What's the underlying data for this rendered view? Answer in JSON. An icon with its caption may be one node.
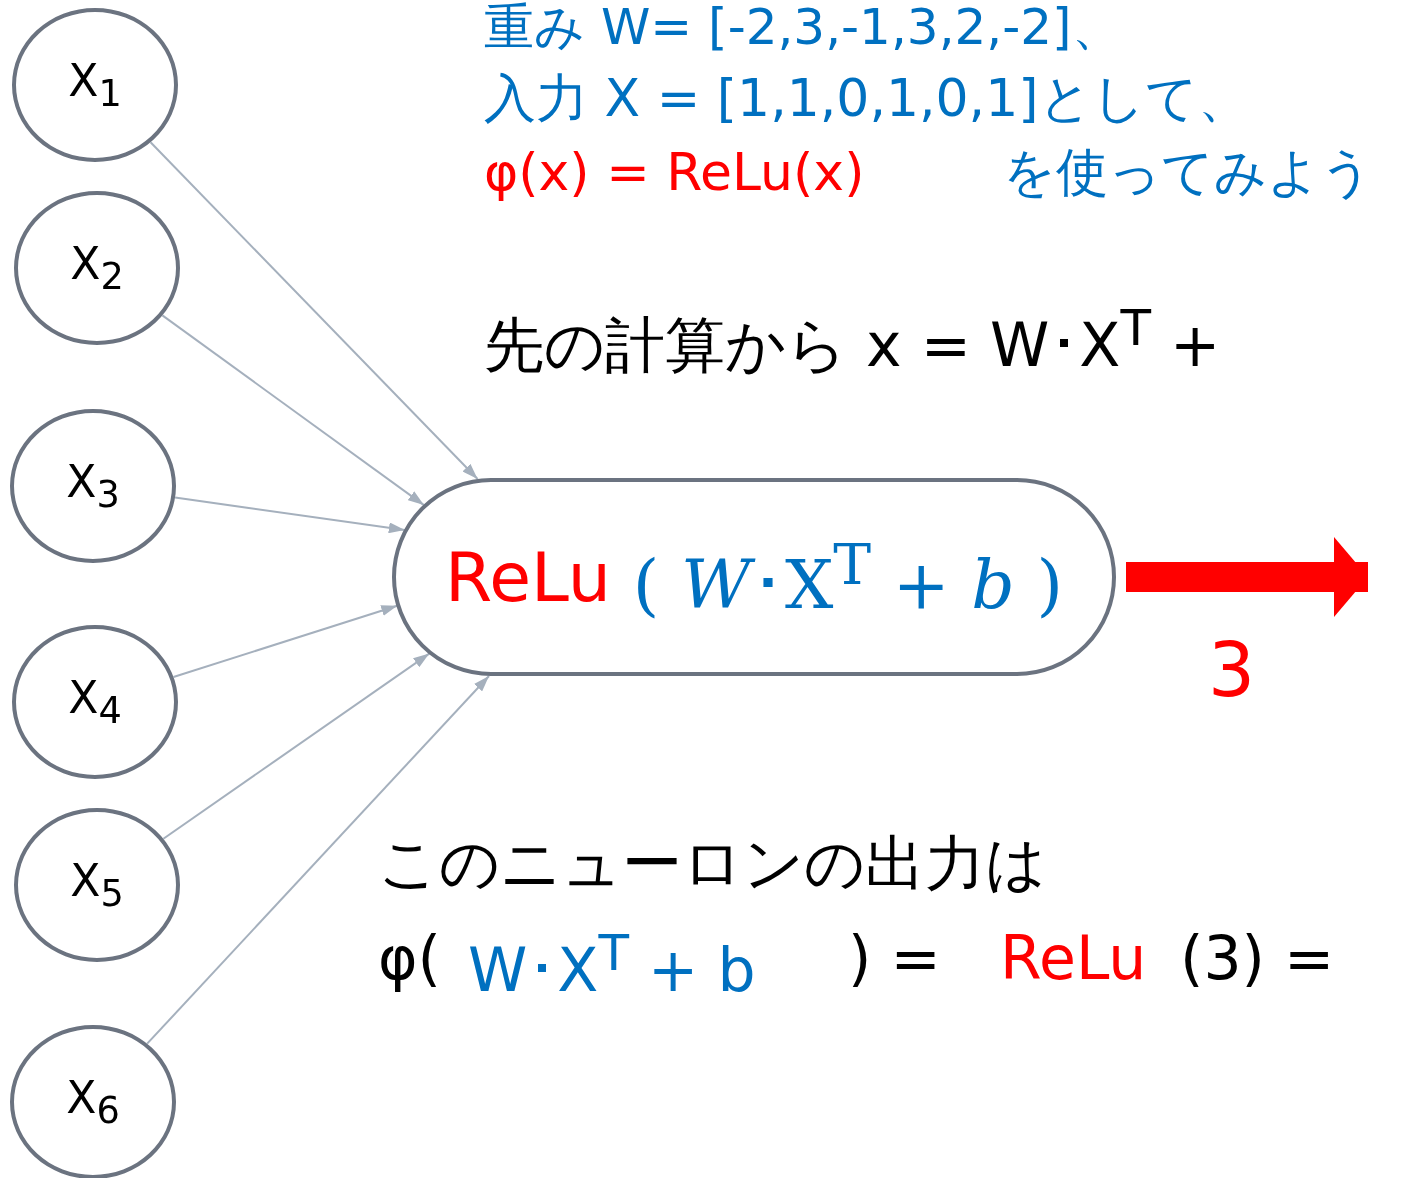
{
  "diagram": {
    "nodes": [
      {
        "text": [
          "X$_{1}$"
        ]
      },
      {
        "text": [
          "X$_{2}$"
        ]
      },
      {
        "text": [
          "X$_{3}$"
        ]
      },
      {
        "text": [
          "X$_{4}$"
        ]
      },
      {
        "text": [
          "X$_{5}$"
        ]
      },
      {
        "text": [
          "X$_{6}$"
        ]
      },
      {
        "text": [
          "ReLu",
          "( *W*･X$^{T}$ + *b* )"
        ]
      }
    ],
    "edges": [
      {
        "from": 0,
        "to": 6,
        "arrow": "to"
      },
      {
        "from": 1,
        "to": 6,
        "arrow": "to"
      },
      {
        "from": 2,
        "to": 6,
        "arrow": "to"
      },
      {
        "from": 3,
        "to": 6,
        "arrow": "to"
      },
      {
        "from": 4,
        "to": 6,
        "arrow": "to"
      },
      {
        "from": 5,
        "to": 6,
        "arrow": "to"
      },
      {
        "from": 6,
        "to": null,
        "arrow": "to",
        "label": "3",
        "style": "thick",
        "color": "#ff0000"
      }
    ],
    "labels": [
      "重み W= [-2,3,-1,3,2,-2]、",
      "入力 X = [1,1,0,1,0,1]として、",
      "φ(x) = ReLu(x)",
      "を使ってみよう",
      "先の計算から x = W･X$^{T}$ +",
      "このニューロンの出力は",
      "φ(",
      "W･X$^{T}$ + b",
      ") =",
      "ReLu",
      "(3) ="
    ]
  }
}
